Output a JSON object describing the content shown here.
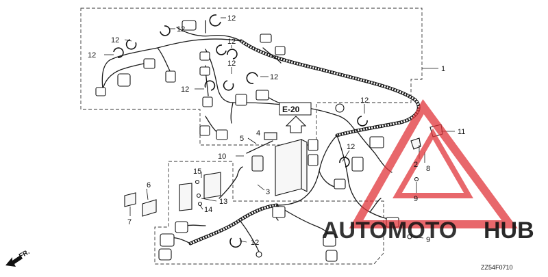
{
  "diagram": {
    "ref_box": "E-20",
    "part_code": "ZZ54F0710",
    "front_label": "FR.",
    "callouts": [
      {
        "id": "c12a",
        "text": "12"
      },
      {
        "id": "c12b",
        "text": "12"
      },
      {
        "id": "c12c",
        "text": "12"
      },
      {
        "id": "c12d",
        "text": "12"
      },
      {
        "id": "c12e",
        "text": "12"
      },
      {
        "id": "c12f",
        "text": "12"
      },
      {
        "id": "c12g",
        "text": "12"
      },
      {
        "id": "c12h",
        "text": "12"
      },
      {
        "id": "c12i",
        "text": "12"
      },
      {
        "id": "c12j",
        "text": "12"
      },
      {
        "id": "c12k",
        "text": "12"
      },
      {
        "id": "c1",
        "text": "1"
      },
      {
        "id": "c2",
        "text": "2"
      },
      {
        "id": "c3",
        "text": "3"
      },
      {
        "id": "c4",
        "text": "4"
      },
      {
        "id": "c5",
        "text": "5"
      },
      {
        "id": "c6",
        "text": "6"
      },
      {
        "id": "c7",
        "text": "7"
      },
      {
        "id": "c8",
        "text": "8"
      },
      {
        "id": "c9a",
        "text": "9"
      },
      {
        "id": "c9b",
        "text": "9"
      },
      {
        "id": "c10",
        "text": "10"
      },
      {
        "id": "c11",
        "text": "11"
      },
      {
        "id": "c13",
        "text": "13"
      },
      {
        "id": "c14",
        "text": "14"
      },
      {
        "id": "c15",
        "text": "15"
      }
    ]
  },
  "watermark": {
    "word_a": "AUTO",
    "word_b": "MOTO",
    "word_c": "HUB",
    "colors": {
      "red": "#e0343a",
      "orange": "#f0a030",
      "gray": "#6b6b6b"
    }
  }
}
